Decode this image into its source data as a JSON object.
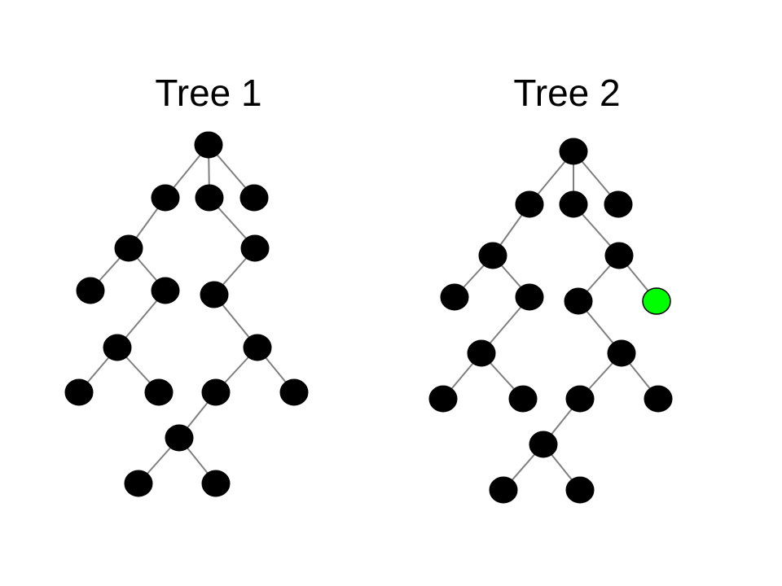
{
  "titles": {
    "tree1": "Tree 1",
    "tree2": "Tree 2"
  },
  "colors": {
    "node_fill": "#000000",
    "edge_stroke": "#7f7f7f",
    "highlight_fill": "#00ff00",
    "highlight_stroke": "#000000"
  },
  "trees": [
    {
      "id": "tree1",
      "nodes": [
        "t1-root",
        "t1-a",
        "t1-b",
        "t1-c",
        "t1-d",
        "t1-e",
        "t1-f",
        "t1-g",
        "t1-h",
        "t1-i",
        "t1-j",
        "t1-k",
        "t1-l",
        "t1-m",
        "t1-n",
        "t1-o",
        "t1-p",
        "t1-q"
      ],
      "edges": [
        [
          "t1-root",
          "t1-a"
        ],
        [
          "t1-root",
          "t1-b"
        ],
        [
          "t1-root",
          "t1-c"
        ],
        [
          "t1-a",
          "t1-d"
        ],
        [
          "t1-b",
          "t1-e"
        ],
        [
          "t1-d",
          "t1-f"
        ],
        [
          "t1-d",
          "t1-g"
        ],
        [
          "t1-e",
          "t1-h"
        ],
        [
          "t1-g",
          "t1-i"
        ],
        [
          "t1-h",
          "t1-j"
        ],
        [
          "t1-i",
          "t1-k"
        ],
        [
          "t1-i",
          "t1-l"
        ],
        [
          "t1-j",
          "t1-m"
        ],
        [
          "t1-j",
          "t1-n"
        ],
        [
          "t1-m",
          "t1-o"
        ],
        [
          "t1-o",
          "t1-p"
        ],
        [
          "t1-o",
          "t1-q"
        ]
      ],
      "highlighted": []
    },
    {
      "id": "tree2",
      "nodes": [
        "t2-root",
        "t2-a",
        "t2-b",
        "t2-c",
        "t2-d",
        "t2-e",
        "t2-f",
        "t2-g",
        "t2-h",
        "t2-x",
        "t2-i",
        "t2-j",
        "t2-k",
        "t2-l",
        "t2-m",
        "t2-n",
        "t2-o",
        "t2-p",
        "t2-q"
      ],
      "edges": [
        [
          "t2-root",
          "t2-a"
        ],
        [
          "t2-root",
          "t2-b"
        ],
        [
          "t2-root",
          "t2-c"
        ],
        [
          "t2-a",
          "t2-d"
        ],
        [
          "t2-b",
          "t2-e"
        ],
        [
          "t2-d",
          "t2-f"
        ],
        [
          "t2-d",
          "t2-g"
        ],
        [
          "t2-e",
          "t2-h"
        ],
        [
          "t2-e",
          "t2-x"
        ],
        [
          "t2-g",
          "t2-i"
        ],
        [
          "t2-h",
          "t2-j"
        ],
        [
          "t2-i",
          "t2-k"
        ],
        [
          "t2-i",
          "t2-l"
        ],
        [
          "t2-j",
          "t2-m"
        ],
        [
          "t2-j",
          "t2-n"
        ],
        [
          "t2-m",
          "t2-o"
        ],
        [
          "t2-o",
          "t2-p"
        ],
        [
          "t2-o",
          "t2-q"
        ]
      ],
      "highlighted": [
        "t2-x"
      ]
    }
  ]
}
